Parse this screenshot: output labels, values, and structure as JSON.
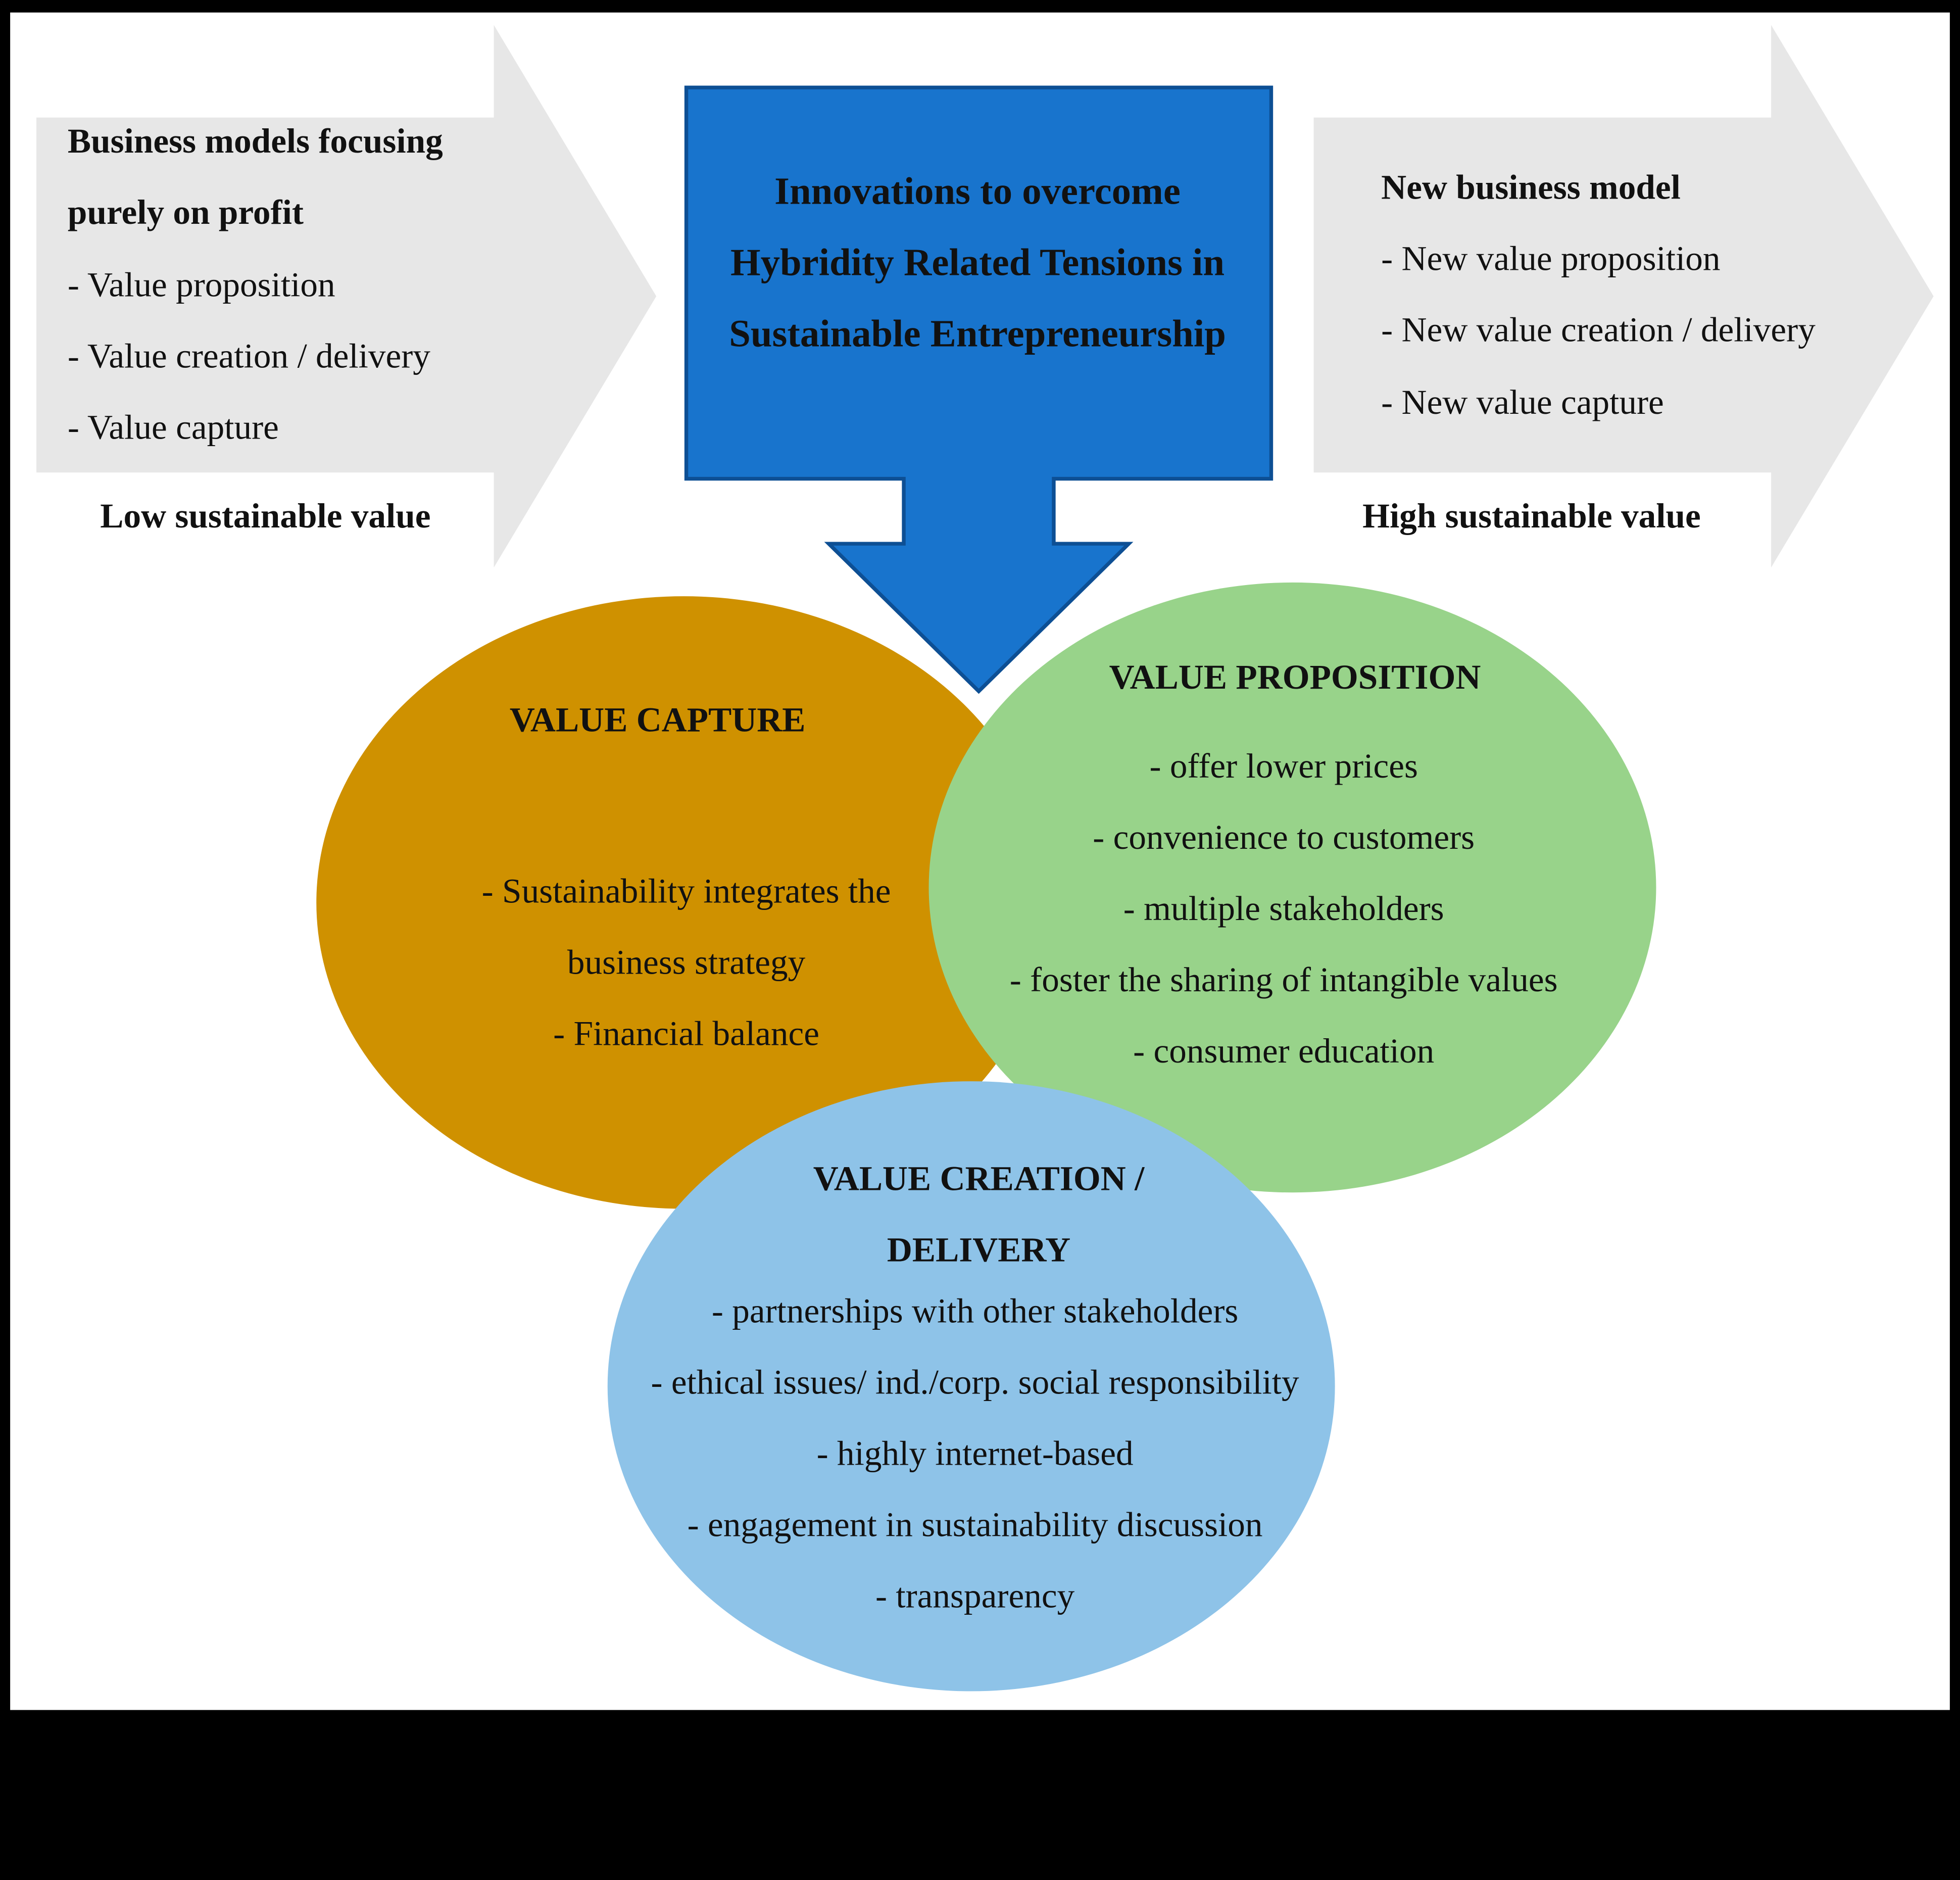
{
  "colors": {
    "page_frame": "#000000",
    "canvas": "#ffffff",
    "side_arrow_fill": "#e7e7e7",
    "center_box_fill": "#1874cd",
    "center_box_stroke": "#0d4f94",
    "value_capture_fill": "#cf9100",
    "value_proposition_fill": "#98d38a",
    "value_creation_fill": "#8ec3e8",
    "text": "#111111"
  },
  "left_arrow": {
    "title_line1": "Business models focusing",
    "title_line2": "purely on profit",
    "items": [
      "- Value proposition",
      "- Value creation / delivery",
      "- Value capture"
    ],
    "caption": "Low sustainable value"
  },
  "center_box": {
    "line1": "Innovations to overcome",
    "line2": "Hybridity Related Tensions in",
    "line3": "Sustainable Entrepreneurship"
  },
  "right_arrow": {
    "title": "New business model",
    "items": [
      "- New value proposition",
      "- New value creation / delivery",
      "- New value capture"
    ],
    "caption": "High sustainable value"
  },
  "value_capture": {
    "heading": "VALUE CAPTURE",
    "items": [
      "- Sustainability integrates the",
      "business strategy",
      "- Financial balance"
    ]
  },
  "value_proposition": {
    "heading": "VALUE PROPOSITION",
    "items": [
      "- offer lower prices",
      "- convenience to customers",
      "- multiple stakeholders",
      "- foster the sharing of intangible values",
      "- consumer education"
    ]
  },
  "value_creation": {
    "heading_line1": "VALUE CREATION /",
    "heading_line2": "DELIVERY",
    "items": [
      "- partnerships with other stakeholders",
      "- ethical issues/ ind./corp. social responsibility",
      "- highly internet-based",
      "- engagement in sustainability discussion",
      "- transparency"
    ]
  }
}
